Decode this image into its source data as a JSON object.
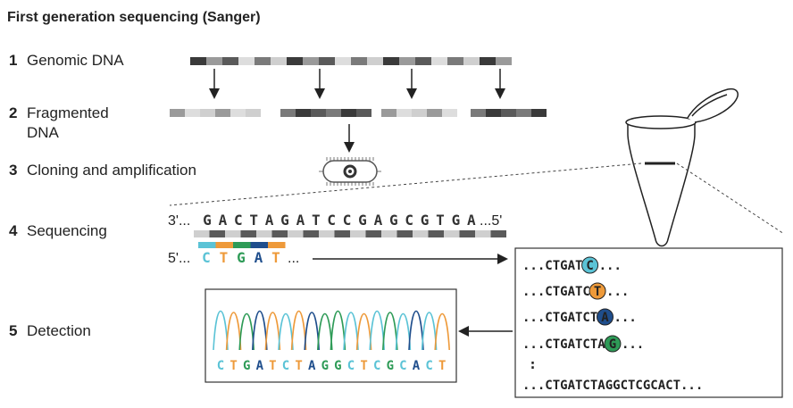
{
  "title": "First generation sequencing (Sanger)",
  "steps": [
    {
      "num": "1",
      "label": "Genomic DNA"
    },
    {
      "num": "2",
      "label": "Fragmented DNA"
    },
    {
      "num": "3",
      "label": "Cloning and amplification"
    },
    {
      "num": "4",
      "label": "Sequencing"
    },
    {
      "num": "5",
      "label": "Detection"
    }
  ],
  "sequencing": {
    "template_prefix": "3'...",
    "template_bases": [
      "G",
      "A",
      "C",
      "T",
      "A",
      "G",
      "A",
      "T",
      "C",
      "C",
      "G",
      "A",
      "G",
      "C",
      "G",
      "T",
      "G",
      "A"
    ],
    "template_suffix": "...5'",
    "primer_prefix": "5'...",
    "primer_bases": [
      "C",
      "T",
      "G",
      "A",
      "T"
    ],
    "primer_suffix": "..."
  },
  "products": [
    {
      "prefix": "...CTGAT",
      "base": "C",
      "suffix": "..."
    },
    {
      "prefix": "...CTGATC",
      "base": "T",
      "suffix": "..."
    },
    {
      "prefix": "...CTGATCT",
      "base": "A",
      "suffix": "..."
    },
    {
      "prefix": "...CTGATCTA",
      "base": "G",
      "suffix": "..."
    }
  ],
  "products_ellipsis": ":",
  "products_final": "...CTGATCTAGGCTCGCACT...",
  "detection_read": [
    "C",
    "T",
    "G",
    "A",
    "T",
    "C",
    "T",
    "A",
    "G",
    "G",
    "C",
    "T",
    "C",
    "G",
    "C",
    "A",
    "C",
    "T"
  ],
  "base_colors": {
    "C": "#5bc3d6",
    "T": "#ee9a3a",
    "G": "#2e9b57",
    "A": "#1f4e8c"
  },
  "gray_shades": [
    "#9a9a9a",
    "#3a3a3a",
    "#cfcfcf",
    "#7a7a7a",
    "#dddddd",
    "#5a5a5a"
  ]
}
